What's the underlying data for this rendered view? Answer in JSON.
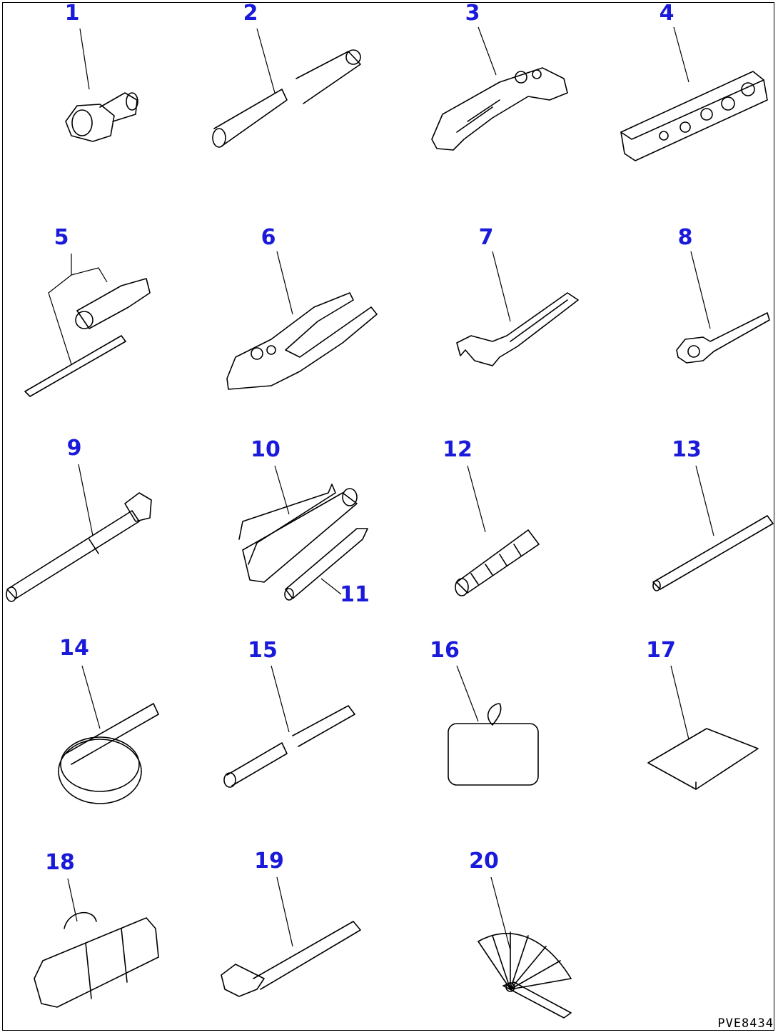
{
  "drawing_code": "PVE8434",
  "colors": {
    "callout": "#1a1adb",
    "line": "#000000",
    "background": "#ffffff"
  },
  "parts": [
    {
      "num": "1",
      "icon": "socket-adapter-icon"
    },
    {
      "num": "2",
      "icon": "bar-icon"
    },
    {
      "num": "3",
      "icon": "adjustable-wrench-icon"
    },
    {
      "num": "4",
      "icon": "socket-set-icon"
    },
    {
      "num": "5",
      "icon": "socket-and-rod-icon"
    },
    {
      "num": "6",
      "icon": "pliers-icon"
    },
    {
      "num": "7",
      "icon": "wrench-icon"
    },
    {
      "num": "8",
      "icon": "spanner-icon"
    },
    {
      "num": "9",
      "icon": "box-wrench-icon"
    },
    {
      "num": "10",
      "icon": "grease-gun-icon"
    },
    {
      "num": "11",
      "icon": "nozzle-icon"
    },
    {
      "num": "12",
      "icon": "hose-icon"
    },
    {
      "num": "13",
      "icon": "screwdriver-icon"
    },
    {
      "num": "14",
      "icon": "filter-wrench-icon"
    },
    {
      "num": "15",
      "icon": "bar-icon"
    },
    {
      "num": "16",
      "icon": "bag-icon"
    },
    {
      "num": "17",
      "icon": "sheet-icon"
    },
    {
      "num": "18",
      "icon": "tool-case-icon"
    },
    {
      "num": "19",
      "icon": "hammer-icon"
    },
    {
      "num": "20",
      "icon": "feeler-gauge-icon"
    }
  ]
}
